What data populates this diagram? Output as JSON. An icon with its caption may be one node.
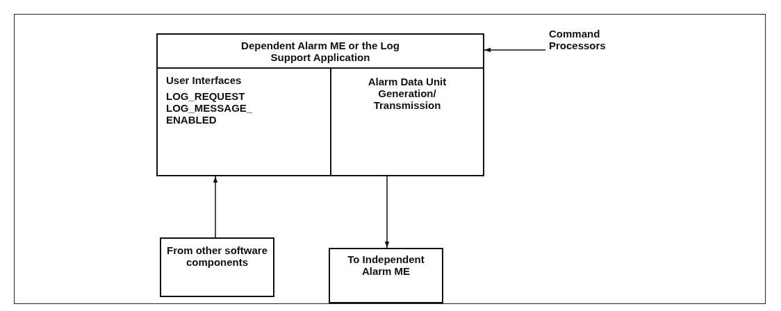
{
  "diagram": {
    "nodes": [
      {
        "text": [
          "Dependent Alarm ME or the Log Support Application"
        ]
      },
      {
        "text": [
          "User Interfaces",
          "LOG_REQUEST",
          "LOG_MESSAGE_ ENABLED"
        ]
      },
      {
        "text": [
          "Alarm Data Unit Generation/ Transmission"
        ]
      },
      {
        "text": [
          "Command Processors"
        ]
      },
      {
        "text": [
          "From other software components"
        ]
      },
      {
        "text": [
          "To Independent Alarm ME"
        ]
      }
    ],
    "edges": [
      {
        "from": 3,
        "to": 0,
        "arrow": "to"
      },
      {
        "from": 4,
        "to": 1,
        "arrow": "to"
      },
      {
        "from": 2,
        "to": 5,
        "arrow": "to"
      }
    ]
  }
}
